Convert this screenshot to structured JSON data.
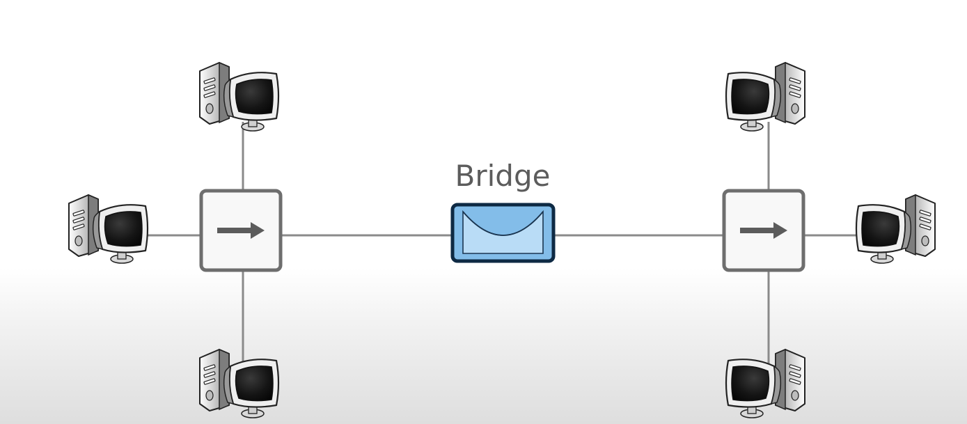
{
  "diagram": {
    "bridge": {
      "label": "Bridge",
      "fill": "#83bde9",
      "stroke": "#0e2a44"
    },
    "segments": [
      {
        "name": "left",
        "switch_icon": "right-arrow-icon",
        "computers": [
          "top",
          "left",
          "bottom"
        ]
      },
      {
        "name": "right",
        "switch_icon": "right-arrow-icon",
        "computers": [
          "top",
          "right",
          "bottom"
        ]
      }
    ],
    "colors": {
      "line": "#8a8a8a",
      "switch_border": "#6e6e6e",
      "switch_fill": "#f8f8f8",
      "arrow": "#5c5c5c",
      "monitor_screen": "#1a1a1a",
      "tower": "#c9c9c9"
    }
  }
}
